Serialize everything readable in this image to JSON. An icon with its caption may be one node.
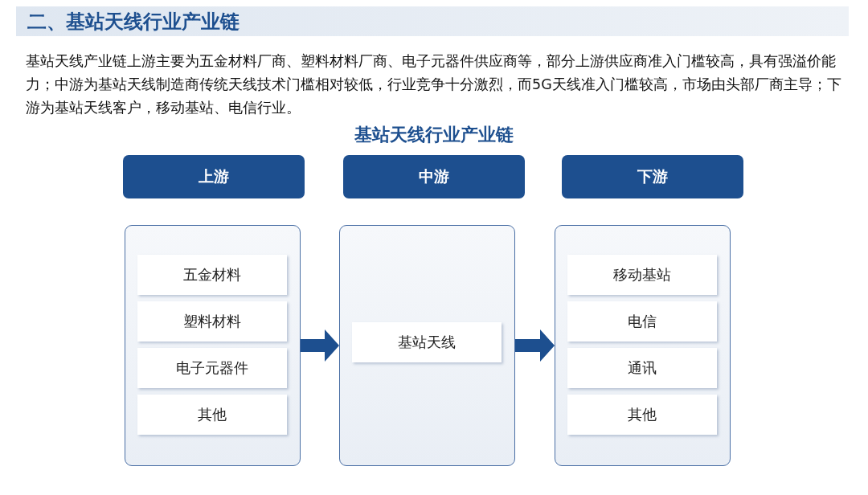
{
  "diagram": {
    "title": "二、基站天线行业产业链",
    "nodes": [
      {
        "text": [
          "上游"
        ]
      },
      {
        "text": [
          "中游"
        ]
      },
      {
        "text": [
          "下游"
        ]
      },
      {
        "text": [],
        "shape": "box"
      },
      {
        "text": [
          "五金材料"
        ],
        "in": 3
      },
      {
        "text": [
          "塑料材料"
        ],
        "in": 3
      },
      {
        "text": [
          "电子元器件"
        ],
        "in": 3
      },
      {
        "text": [
          "其他"
        ],
        "in": 3
      },
      {
        "text": [],
        "shape": "box"
      },
      {
        "text": [
          "基站天线"
        ],
        "in": 8
      },
      {
        "text": [],
        "shape": "box"
      },
      {
        "text": [
          "移动基站"
        ],
        "in": 10
      },
      {
        "text": [
          "电信"
        ],
        "in": 10
      },
      {
        "text": [
          "通讯"
        ],
        "in": 10
      },
      {
        "text": [
          "其他"
        ],
        "in": 10
      }
    ],
    "edges": [
      {
        "from": 3,
        "to": 8,
        "arrow": "to"
      },
      {
        "from": 8,
        "to": 10,
        "arrow": "to"
      }
    ],
    "labels": [
      "基站天线产业链上游主要为五金材料厂商、塑料材料厂商、电子元器件供应商等，部分上游供应商准入门槛较高，具有强溢价能力；中游为基站天线制造商传统天线技术门槛相对较低，行业竞争十分激烈，而5G天线准入门槛较高，市场由头部厂商主导；下游为基站天线客户，移动基站、电信行业。",
      "基站天线行业产业链"
    ]
  }
}
